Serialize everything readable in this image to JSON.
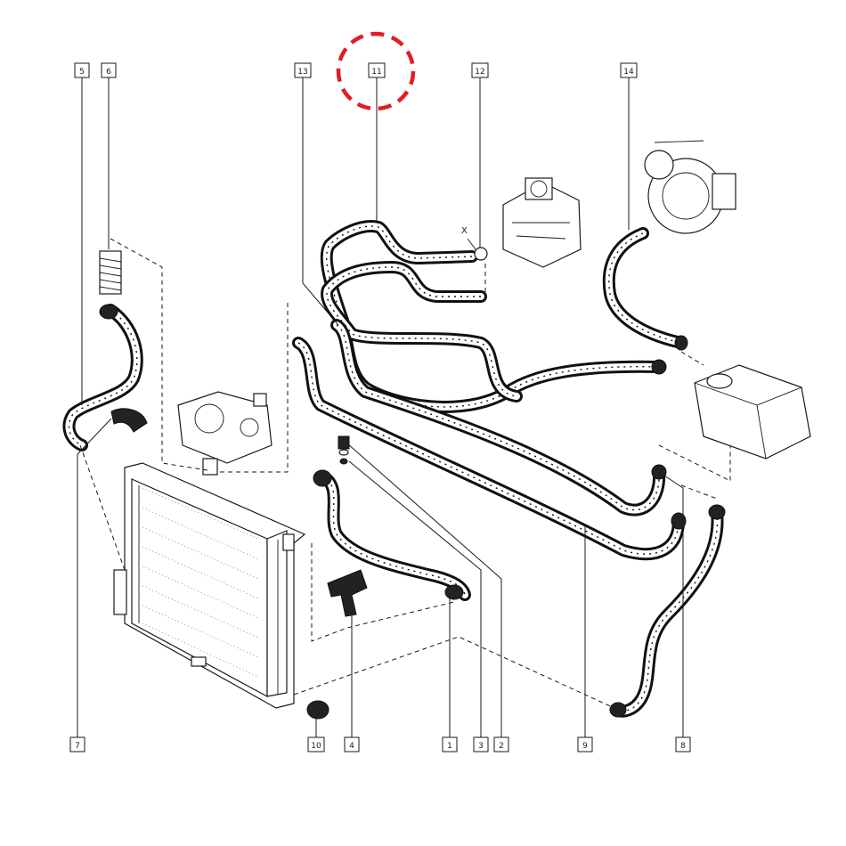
{
  "callouts": [
    {
      "id": "5",
      "label": "5"
    },
    {
      "id": "6",
      "label": "6"
    },
    {
      "id": "13",
      "label": "13"
    },
    {
      "id": "11",
      "label": "11"
    },
    {
      "id": "12",
      "label": "12"
    },
    {
      "id": "14",
      "label": "14"
    },
    {
      "id": "7",
      "label": "7"
    },
    {
      "id": "10",
      "label": "10"
    },
    {
      "id": "4",
      "label": "4"
    },
    {
      "id": "1",
      "label": "1"
    },
    {
      "id": "3",
      "label": "3"
    },
    {
      "id": "2",
      "label": "2"
    },
    {
      "id": "9",
      "label": "9"
    },
    {
      "id": "8",
      "label": "8"
    }
  ],
  "marker_x": "X",
  "highlight": {
    "target": "11",
    "color": "#e31b23"
  },
  "colors": {
    "line": "#1a1a1a",
    "hose": "#111111",
    "background": "#ffffff"
  }
}
